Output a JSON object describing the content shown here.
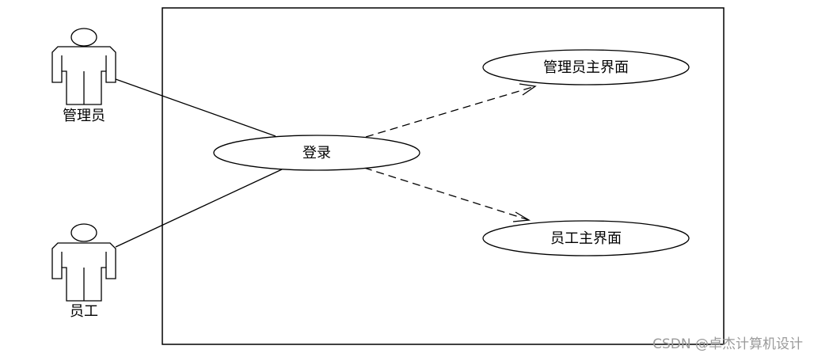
{
  "diagram": {
    "type": "use-case",
    "actors": [
      {
        "id": "admin",
        "label": "管理员"
      },
      {
        "id": "employee",
        "label": "员工"
      }
    ],
    "use_cases": [
      {
        "id": "login",
        "label": "登录"
      },
      {
        "id": "admin_main",
        "label": "管理员主界面"
      },
      {
        "id": "employee_main",
        "label": "员工主界面"
      }
    ],
    "associations": [
      {
        "from": "admin",
        "to": "login",
        "style": "solid"
      },
      {
        "from": "employee",
        "to": "login",
        "style": "solid"
      },
      {
        "from": "login",
        "to": "admin_main",
        "style": "dashed-arrow"
      },
      {
        "from": "login",
        "to": "employee_main",
        "style": "dashed-arrow"
      }
    ]
  },
  "watermark": "CSDN @卓杰计算机设计"
}
